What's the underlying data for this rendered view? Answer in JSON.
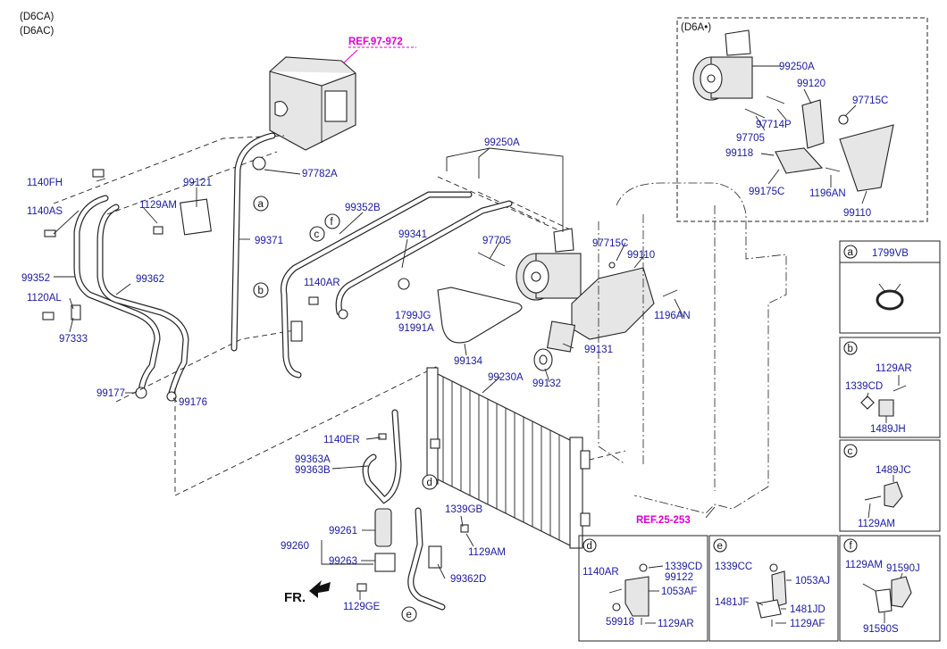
{
  "header": {
    "line1": "(D6CA)",
    "line2": "(D6AC)"
  },
  "refs": {
    "ref_top": "REF.97-972",
    "ref_bottom": "REF.25-253"
  },
  "inset": {
    "title": "(D6A•)"
  },
  "direction": {
    "fr": "FR."
  },
  "letters": {
    "a": "a",
    "b": "b",
    "c": "c",
    "d": "d",
    "e": "e",
    "f": "f"
  },
  "parts": {
    "p99250A_top": "99250A",
    "p99250A_inset": "99250A",
    "p99120": "99120",
    "p97715C_inset": "97715C",
    "p97714P": "97714P",
    "p97705_inset": "97705",
    "p99118": "99118",
    "p99175C": "99175C",
    "p1196AN_inset": "1196AN",
    "p99110_inset": "99110",
    "p1140FH": "1140FH",
    "p99121": "99121",
    "p1140AS": "1140AS",
    "p1129AM_a": "1129AM",
    "p97782A": "97782A",
    "p99371": "99371",
    "p99352B": "99352B",
    "p99341": "99341",
    "p97705_main": "97705",
    "p97715C_main": "97715C",
    "p99110_main": "99110",
    "p99352": "99352",
    "p99362": "99362",
    "p1120AL": "1120AL",
    "p97333": "97333",
    "p1140AR_main": "1140AR",
    "p1799JG": "1799JG",
    "p91991A": "91991A",
    "p1196AN_main": "1196AN",
    "p99134": "99134",
    "p99131": "99131",
    "p99132": "99132",
    "p99230A": "99230A",
    "p99177": "99177",
    "p99176": "99176",
    "p1140ER": "1140ER",
    "p99363A": "99363A",
    "p99363B": "99363B",
    "p1339GB": "1339GB",
    "p99261": "99261",
    "p99260": "99260",
    "p99263": "99263",
    "p1129AM_main": "1129AM",
    "p99362D": "99362D",
    "p1129GE": "1129GE"
  },
  "panels": {
    "a": {
      "letter": "a",
      "part": "1799VB"
    },
    "b": {
      "letter": "b",
      "p1": "1129AR",
      "p2": "1339CD",
      "p3": "1489JH"
    },
    "c": {
      "letter": "c",
      "p1": "1489JC",
      "p2": "1129AM"
    },
    "d": {
      "letter": "d",
      "p1": "1140AR",
      "p2": "1339CD",
      "p3": "99122",
      "p4": "1053AF",
      "p5": "59918",
      "p6": "1129AR"
    },
    "e": {
      "letter": "e",
      "p1": "1339CC",
      "p2": "1053AJ",
      "p3": "1481JF",
      "p4": "1481JD",
      "p5": "1129AF"
    },
    "f": {
      "letter": "f",
      "p1": "1129AM",
      "p2": "91590J",
      "p3": "91590S"
    }
  },
  "colors": {
    "part_number": "#1a1aa0",
    "reference": "#e000d0",
    "line": "#222222"
  }
}
